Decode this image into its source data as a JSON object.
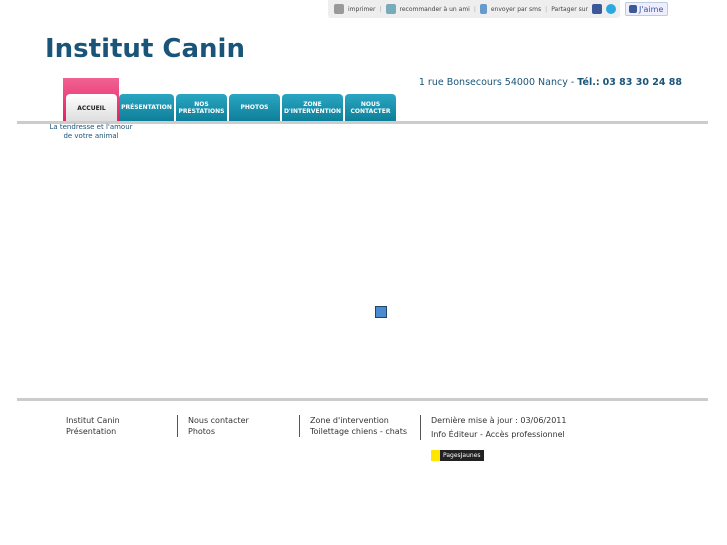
{
  "topbar": {
    "print": "imprimer",
    "recommend": "recommander à un ami",
    "sms": "envoyer par sms",
    "share": "Partager sur",
    "like": "J'aime"
  },
  "header": {
    "title": "Institut Canin",
    "address": "1 rue Bonsecours 54000 Nancy",
    "tel_label": "Tél.:",
    "tel": "03 83 30 24 88",
    "tagline": "La tendresse et l'amour de votre animal"
  },
  "nav": [
    "ACCUEIL",
    "PRÉSENTATION",
    "NOS PRESTATIONS",
    "PHOTOS",
    "ZONE D'INTERVENTION",
    "NOUS CONTACTER"
  ],
  "footer": {
    "col1": [
      "Institut Canin",
      "Présentation"
    ],
    "col2": [
      "Nous contacter",
      "Photos"
    ],
    "col3": [
      "Zone d'intervention",
      "Toilettage chiens - chats"
    ],
    "updated": "Dernière mise à jour : 03/06/2011",
    "info": "Info Éditeur",
    "dash": "-",
    "pro": "Accès professionnel",
    "pj": "PagesJaunes"
  },
  "colors": {
    "brand": "#1a5478",
    "tab": "#1a95b0"
  }
}
